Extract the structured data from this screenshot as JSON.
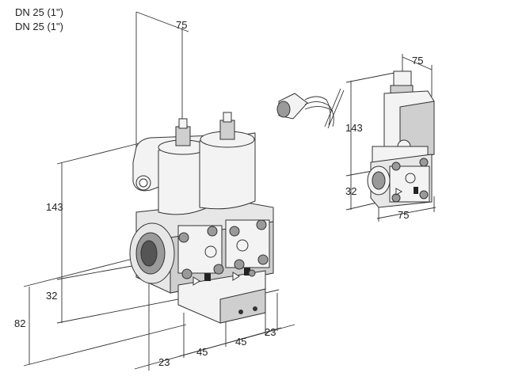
{
  "header": {
    "line1": "DN 25 (1\")",
    "line2": "DN 25 (1\")"
  },
  "dimensions": {
    "main_top_depth": "75",
    "main_height": "143",
    "main_flange": "32",
    "main_total": "82",
    "main_offset": "23",
    "main_pitch_1": "45",
    "main_pitch_2": "45",
    "main_end": "23",
    "side_top_depth": "75",
    "side_height": "143",
    "side_flange": "32",
    "side_width": "75"
  }
}
